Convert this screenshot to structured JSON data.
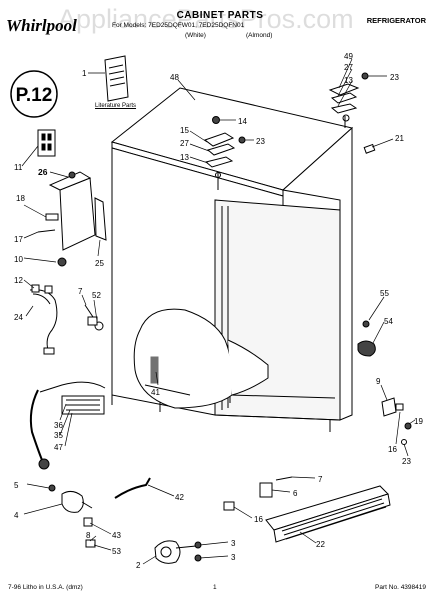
{
  "header": {
    "watermark": "AppliancePartsPros.com",
    "brand": "Whirlpool",
    "title": "CABINET PARTS",
    "models": "For Models: 7ED25DQFW01, 7ED25DQFN01",
    "variant_white": "(White)",
    "variant_almond": "(Almond)",
    "category": "REFRIGERATOR"
  },
  "diagram": {
    "logo_badge": "P.12",
    "literature_label": "Literature Parts",
    "callouts": {
      "c1": "1",
      "c48": "48",
      "c49": "49",
      "c27a": "27",
      "c13a": "13",
      "c23a": "23",
      "c14": "14",
      "c15": "15",
      "c27b": "27",
      "c23b": "23",
      "c13b": "13",
      "c21": "21",
      "c11": "11",
      "c26": "26",
      "c18": "18",
      "c17": "17",
      "c10": "10",
      "c25": "25",
      "c12": "12",
      "c7a": "7",
      "c52": "52",
      "c24": "24",
      "c55": "55",
      "c54": "54",
      "c41": "41",
      "c9": "9",
      "c36": "36",
      "c35": "35",
      "c47": "47",
      "c16a": "16",
      "c19": "19",
      "c23c": "23",
      "c7b": "7",
      "c6": "6",
      "c5": "5",
      "c42": "42",
      "c4": "4",
      "c16b": "16",
      "c22": "22",
      "c43": "43",
      "c53": "53",
      "c8": "8",
      "c2": "2",
      "c3a": "3",
      "c3b": "3"
    }
  },
  "footer": {
    "printed": "7-96 Litho in U.S.A. (dmz)",
    "page": "1",
    "part_no": "Part No. 4398419"
  }
}
